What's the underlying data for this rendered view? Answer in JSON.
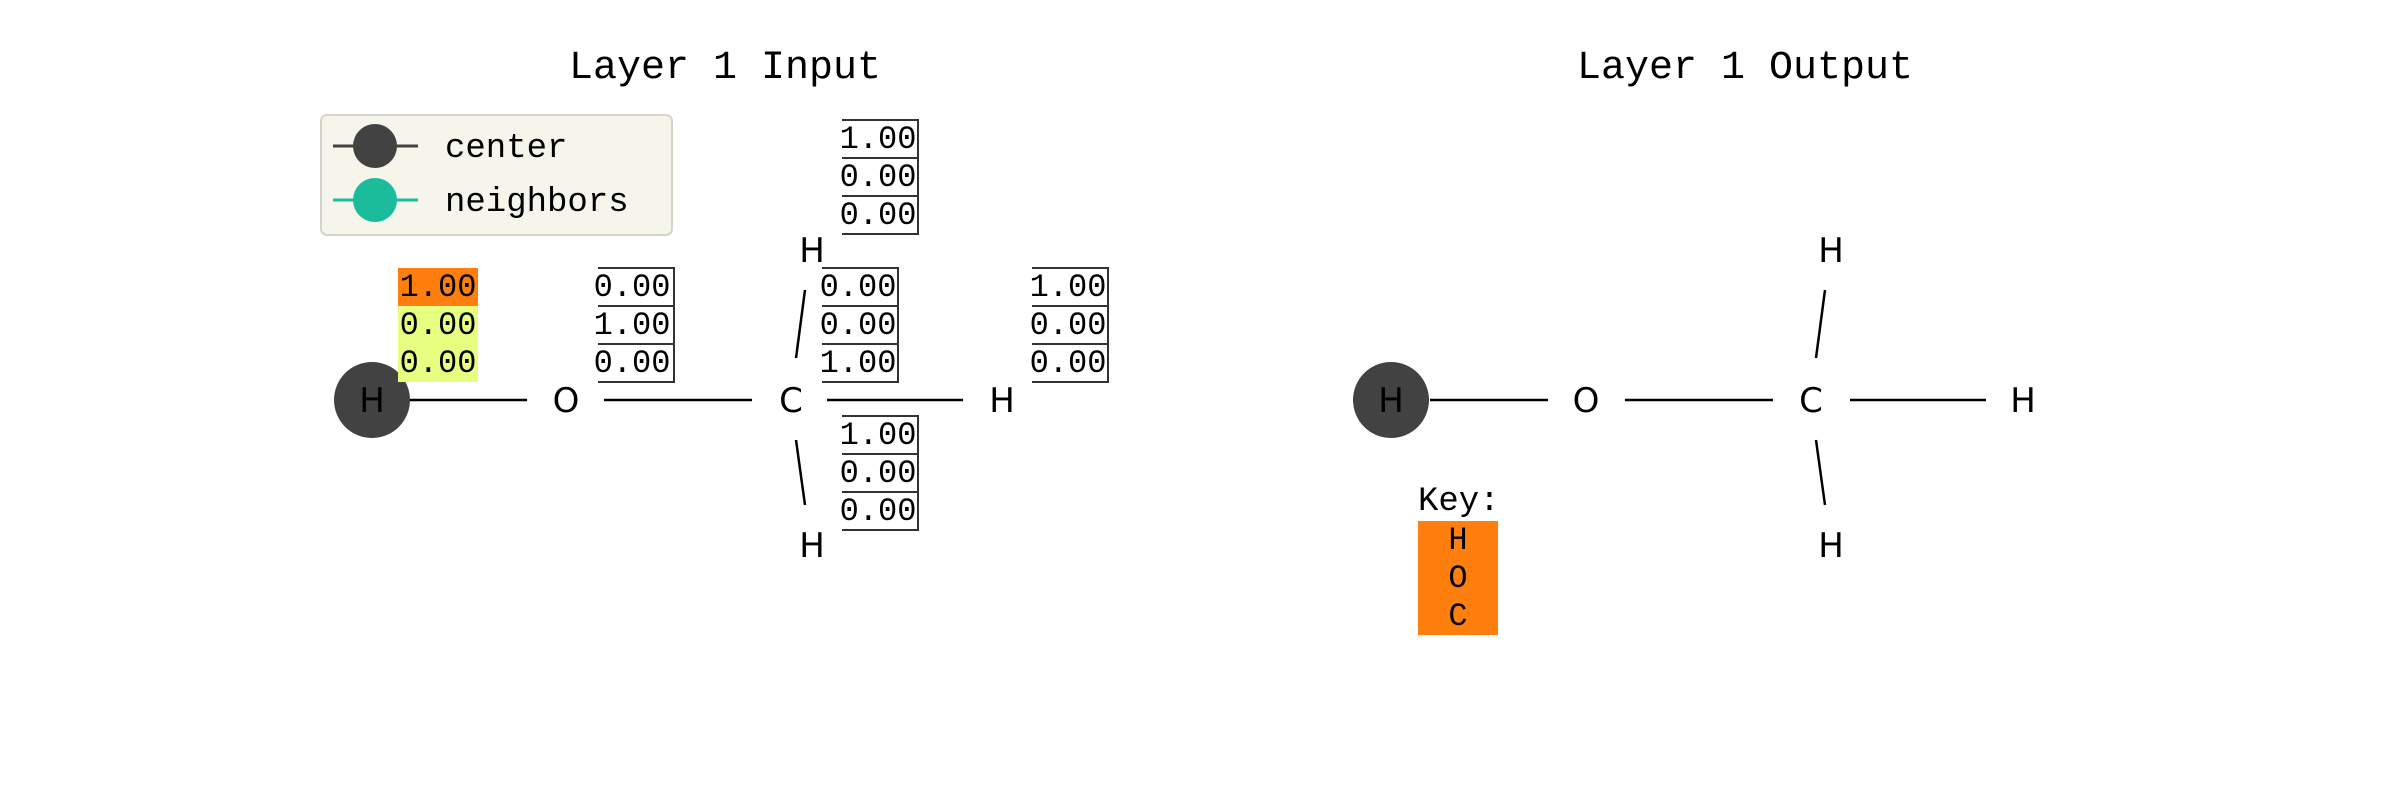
{
  "panels": {
    "input": {
      "title": "Layer 1 Input",
      "legend": {
        "center_label": "center",
        "neighbors_label": "neighbors",
        "center_color": "#424242",
        "neighbors_color": "#1abc9c"
      },
      "atoms": [
        {
          "label": "H",
          "role": "center"
        },
        {
          "label": "O",
          "role": "plain"
        },
        {
          "label": "C",
          "role": "plain"
        },
        {
          "label": "H",
          "role": "plain"
        },
        {
          "label": "H",
          "role": "plain"
        },
        {
          "label": "H",
          "role": "plain"
        }
      ],
      "feature_boxes": [
        {
          "atom": "H-center",
          "values": [
            "1.00",
            "0.00",
            "0.00"
          ],
          "highlight": [
            "#ff7f0e",
            "#e6ff80",
            "#e6ff80"
          ]
        },
        {
          "atom": "O",
          "values": [
            "0.00",
            "1.00",
            "0.00"
          ]
        },
        {
          "atom": "C",
          "values": [
            "0.00",
            "0.00",
            "1.00"
          ]
        },
        {
          "atom": "H-top",
          "values": [
            "1.00",
            "0.00",
            "0.00"
          ]
        },
        {
          "atom": "H-right",
          "values": [
            "1.00",
            "0.00",
            "0.00"
          ]
        },
        {
          "atom": "H-bottom",
          "values": [
            "1.00",
            "0.00",
            "0.00"
          ]
        }
      ]
    },
    "output": {
      "title": "Layer 1 Output",
      "atoms": [
        {
          "label": "H",
          "role": "center"
        },
        {
          "label": "O",
          "role": "plain"
        },
        {
          "label": "C",
          "role": "plain"
        },
        {
          "label": "H",
          "role": "plain"
        },
        {
          "label": "H",
          "role": "plain"
        },
        {
          "label": "H",
          "role": "plain"
        }
      ],
      "key": {
        "label": "Key:",
        "entries": [
          "H",
          "O",
          "C"
        ],
        "color": "#ff7f0e"
      }
    }
  },
  "colors": {
    "center_node": "#424242",
    "bond": "#000000",
    "legend_bg": "#f5f5ec"
  }
}
